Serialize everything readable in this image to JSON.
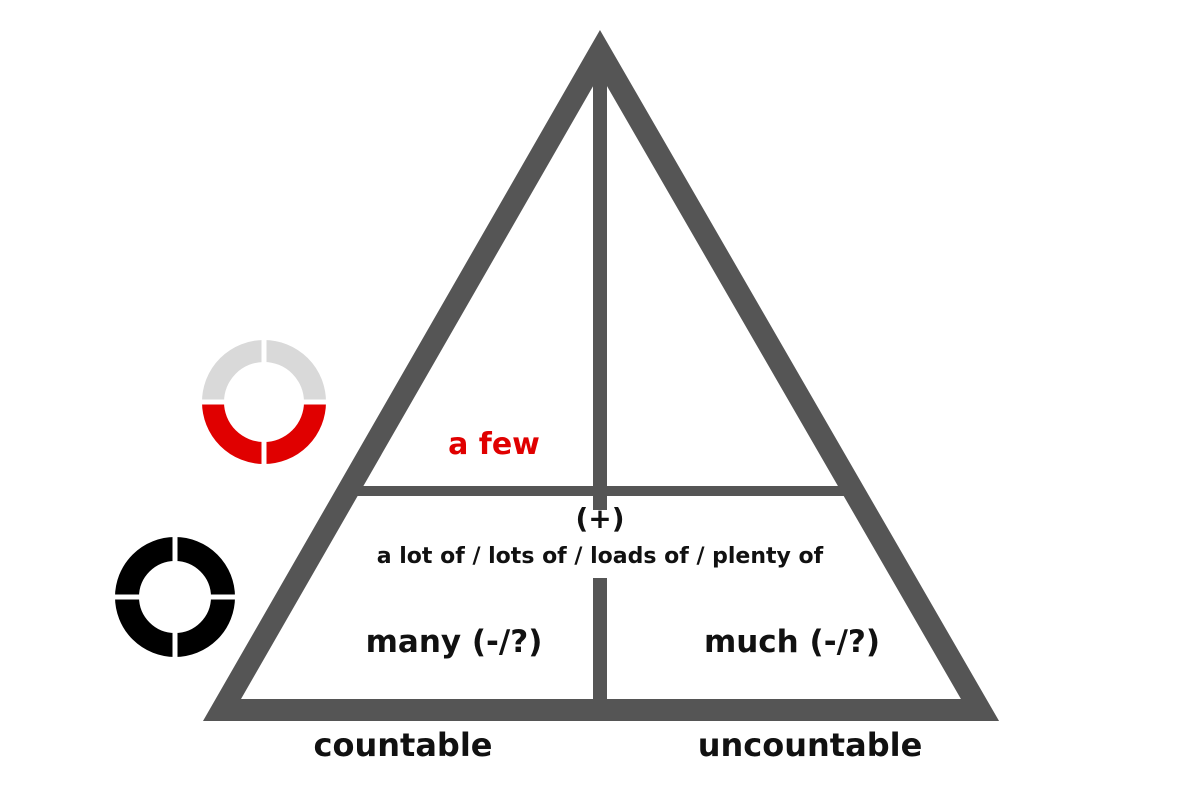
{
  "labels": {
    "a_few": "a few",
    "plus": "(+)",
    "a_lot_of": "a lot of / lots of / loads of / plenty of",
    "many": "many (-/?)",
    "much": "much (-/?)",
    "countable": "countable",
    "uncountable": "uncountable"
  },
  "colors": {
    "outline": "#555555",
    "text": "#111111",
    "accent": "#e00000",
    "ring_light": "#d9d9d9",
    "ring_dark": "#000000"
  },
  "icons": {
    "half_ring": "half-filled-ring-icon",
    "full_ring": "full-ring-icon"
  }
}
